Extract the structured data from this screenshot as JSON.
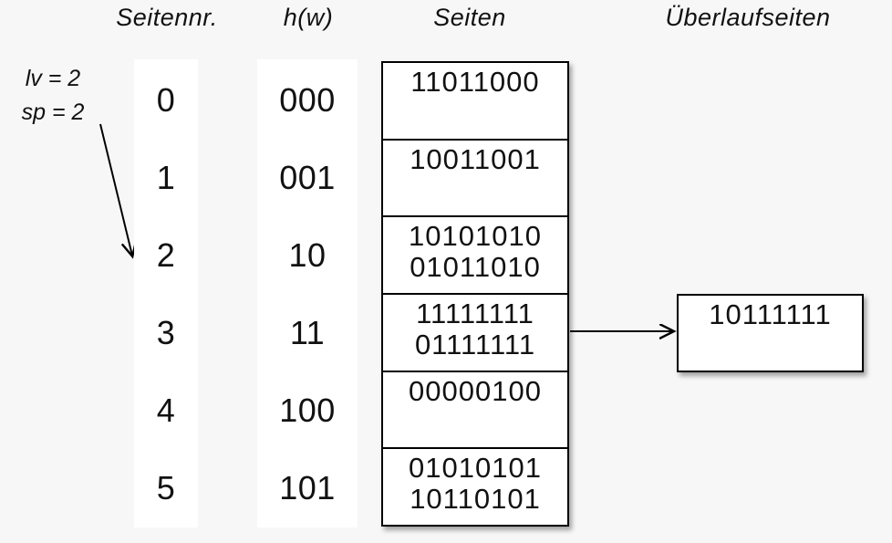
{
  "headers": {
    "page_no": "Seitennr.",
    "hash": "h(w)",
    "pages": "Seiten",
    "overflow": "Überlaufseiten"
  },
  "annotation": {
    "level": "lv = 2",
    "split_pointer": "sp = 2"
  },
  "rows": [
    {
      "page_no": "0",
      "hash": "000",
      "lines": [
        "11011000",
        ""
      ]
    },
    {
      "page_no": "1",
      "hash": "001",
      "lines": [
        "10011001",
        ""
      ]
    },
    {
      "page_no": "2",
      "hash": "10",
      "lines": [
        "10101010",
        "01011010"
      ]
    },
    {
      "page_no": "3",
      "hash": "11",
      "lines": [
        "11111111",
        "01111111"
      ]
    },
    {
      "page_no": "4",
      "hash": "100",
      "lines": [
        "00000100",
        ""
      ]
    },
    {
      "page_no": "5",
      "hash": "101",
      "lines": [
        "01010101",
        "10110101"
      ]
    }
  ],
  "overflow_page": {
    "lines": [
      "10111111",
      ""
    ],
    "linked_from_page": "3"
  },
  "colors": {
    "background": "#f7f7f8",
    "panel": "#ffffff",
    "stroke": "#000000",
    "text": "#111111"
  }
}
